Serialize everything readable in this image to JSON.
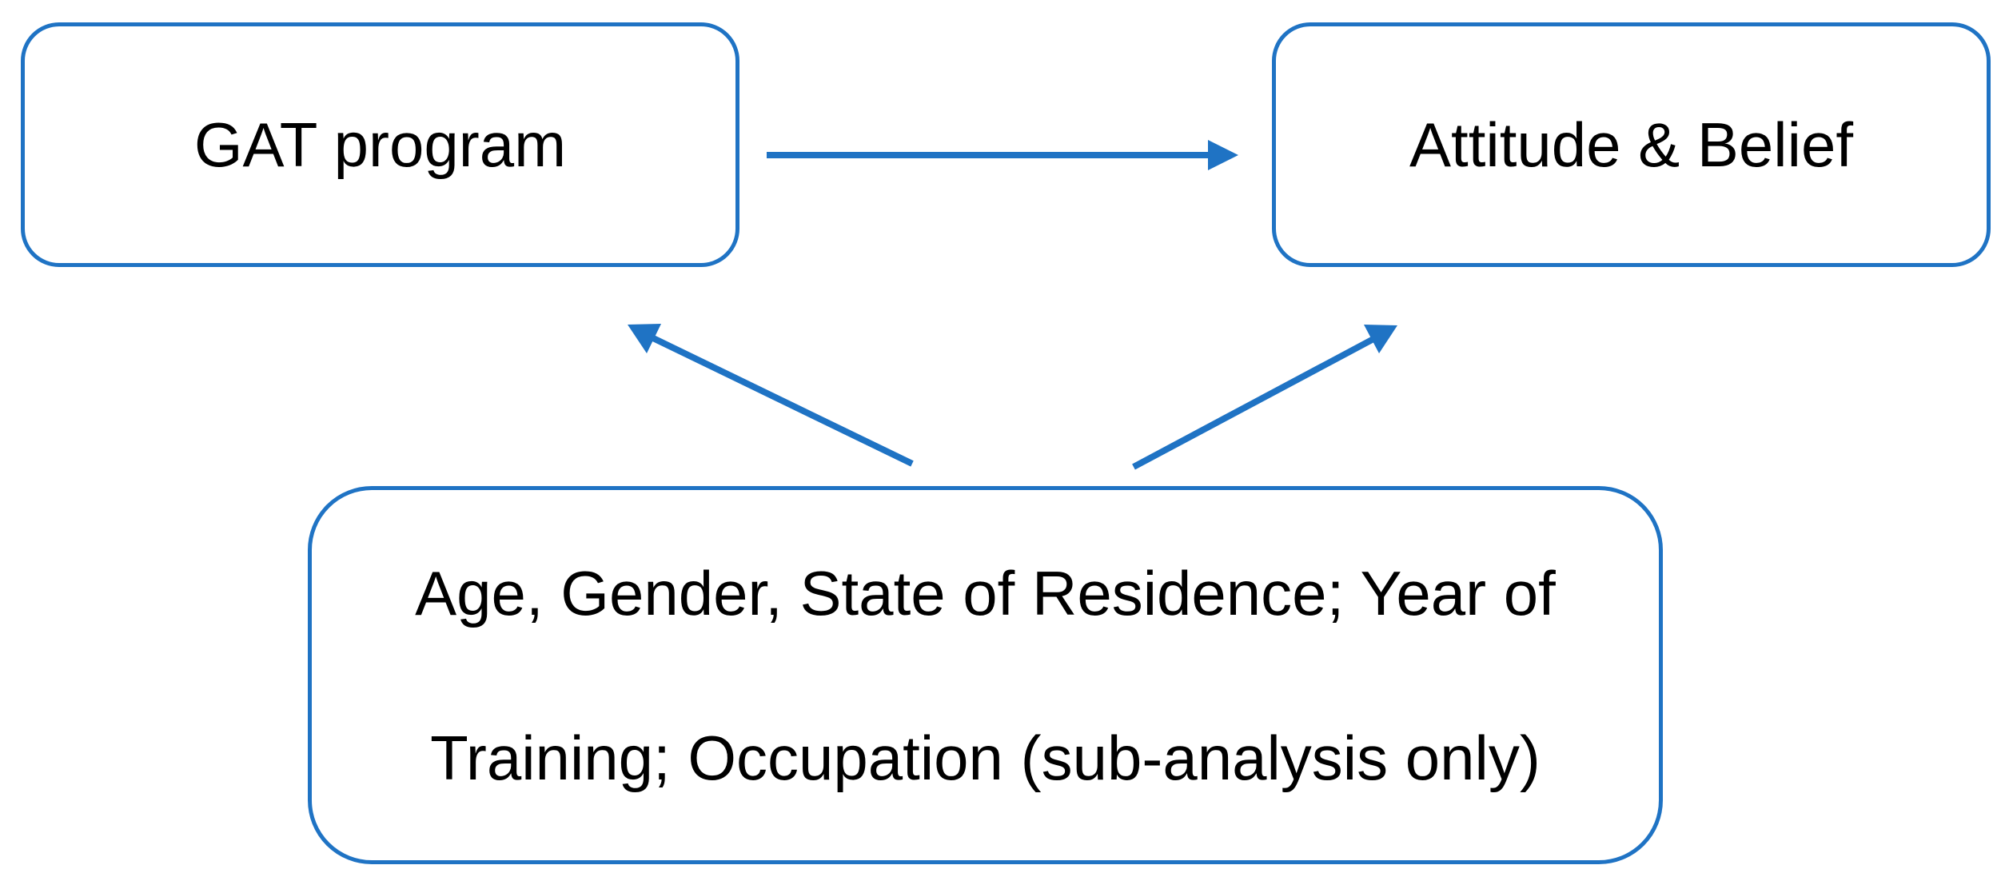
{
  "nodes": {
    "gat_program": "GAT program",
    "attitude_belief": "Attitude & Belief",
    "covariates": {
      "line1": "Age, Gender, State of Residence; Year of",
      "line2": "Training; Occupation (sub-analysis only)"
    }
  },
  "edges": [
    {
      "from": "GAT program",
      "to": "Attitude & Belief"
    },
    {
      "from": "covariates",
      "to": "GAT program"
    },
    {
      "from": "covariates",
      "to": "Attitude & Belief"
    }
  ],
  "colors": {
    "border": "#1f73c4",
    "arrow": "#1f73c4",
    "text": "#000000",
    "background": "#ffffff"
  }
}
